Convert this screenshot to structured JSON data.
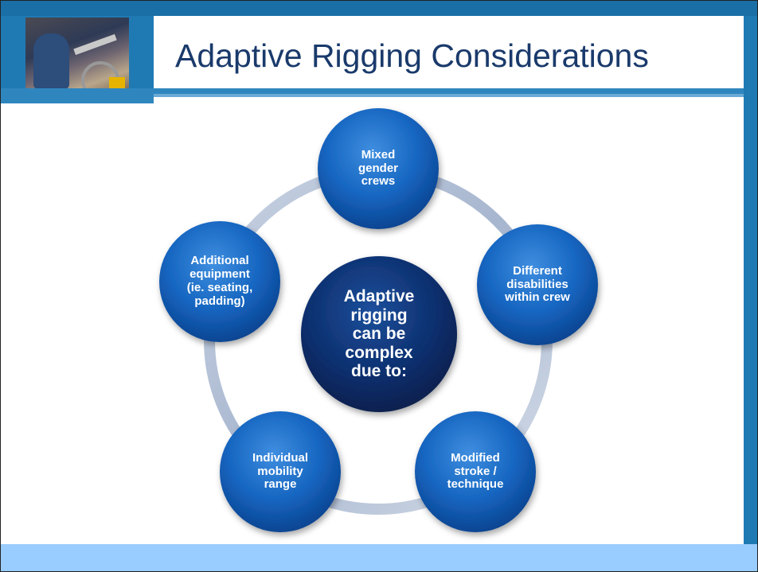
{
  "slide": {
    "title": "Adaptive Rigging Considerations"
  },
  "diagram": {
    "center": "Adaptive\nrigging\ncan be\ncomplex\ndue to:",
    "nodes": [
      {
        "id": "mixed",
        "text": "Mixed\ngender\ncrews"
      },
      {
        "id": "disabilities",
        "text": "Different\ndisabilities\nwithin crew"
      },
      {
        "id": "stroke",
        "text": "Modified\nstroke /\ntechnique"
      },
      {
        "id": "mobility",
        "text": "Individual\nmobility\nrange"
      },
      {
        "id": "equipment",
        "text": "Additional\nequipment\n(ie. seating,\npadding)"
      }
    ]
  },
  "colors": {
    "accent": "#1f7ab4",
    "title_text": "#1a3a6b",
    "footer": "#99ccff",
    "node": "#1565c0",
    "center_node": "#0d2f6e"
  }
}
